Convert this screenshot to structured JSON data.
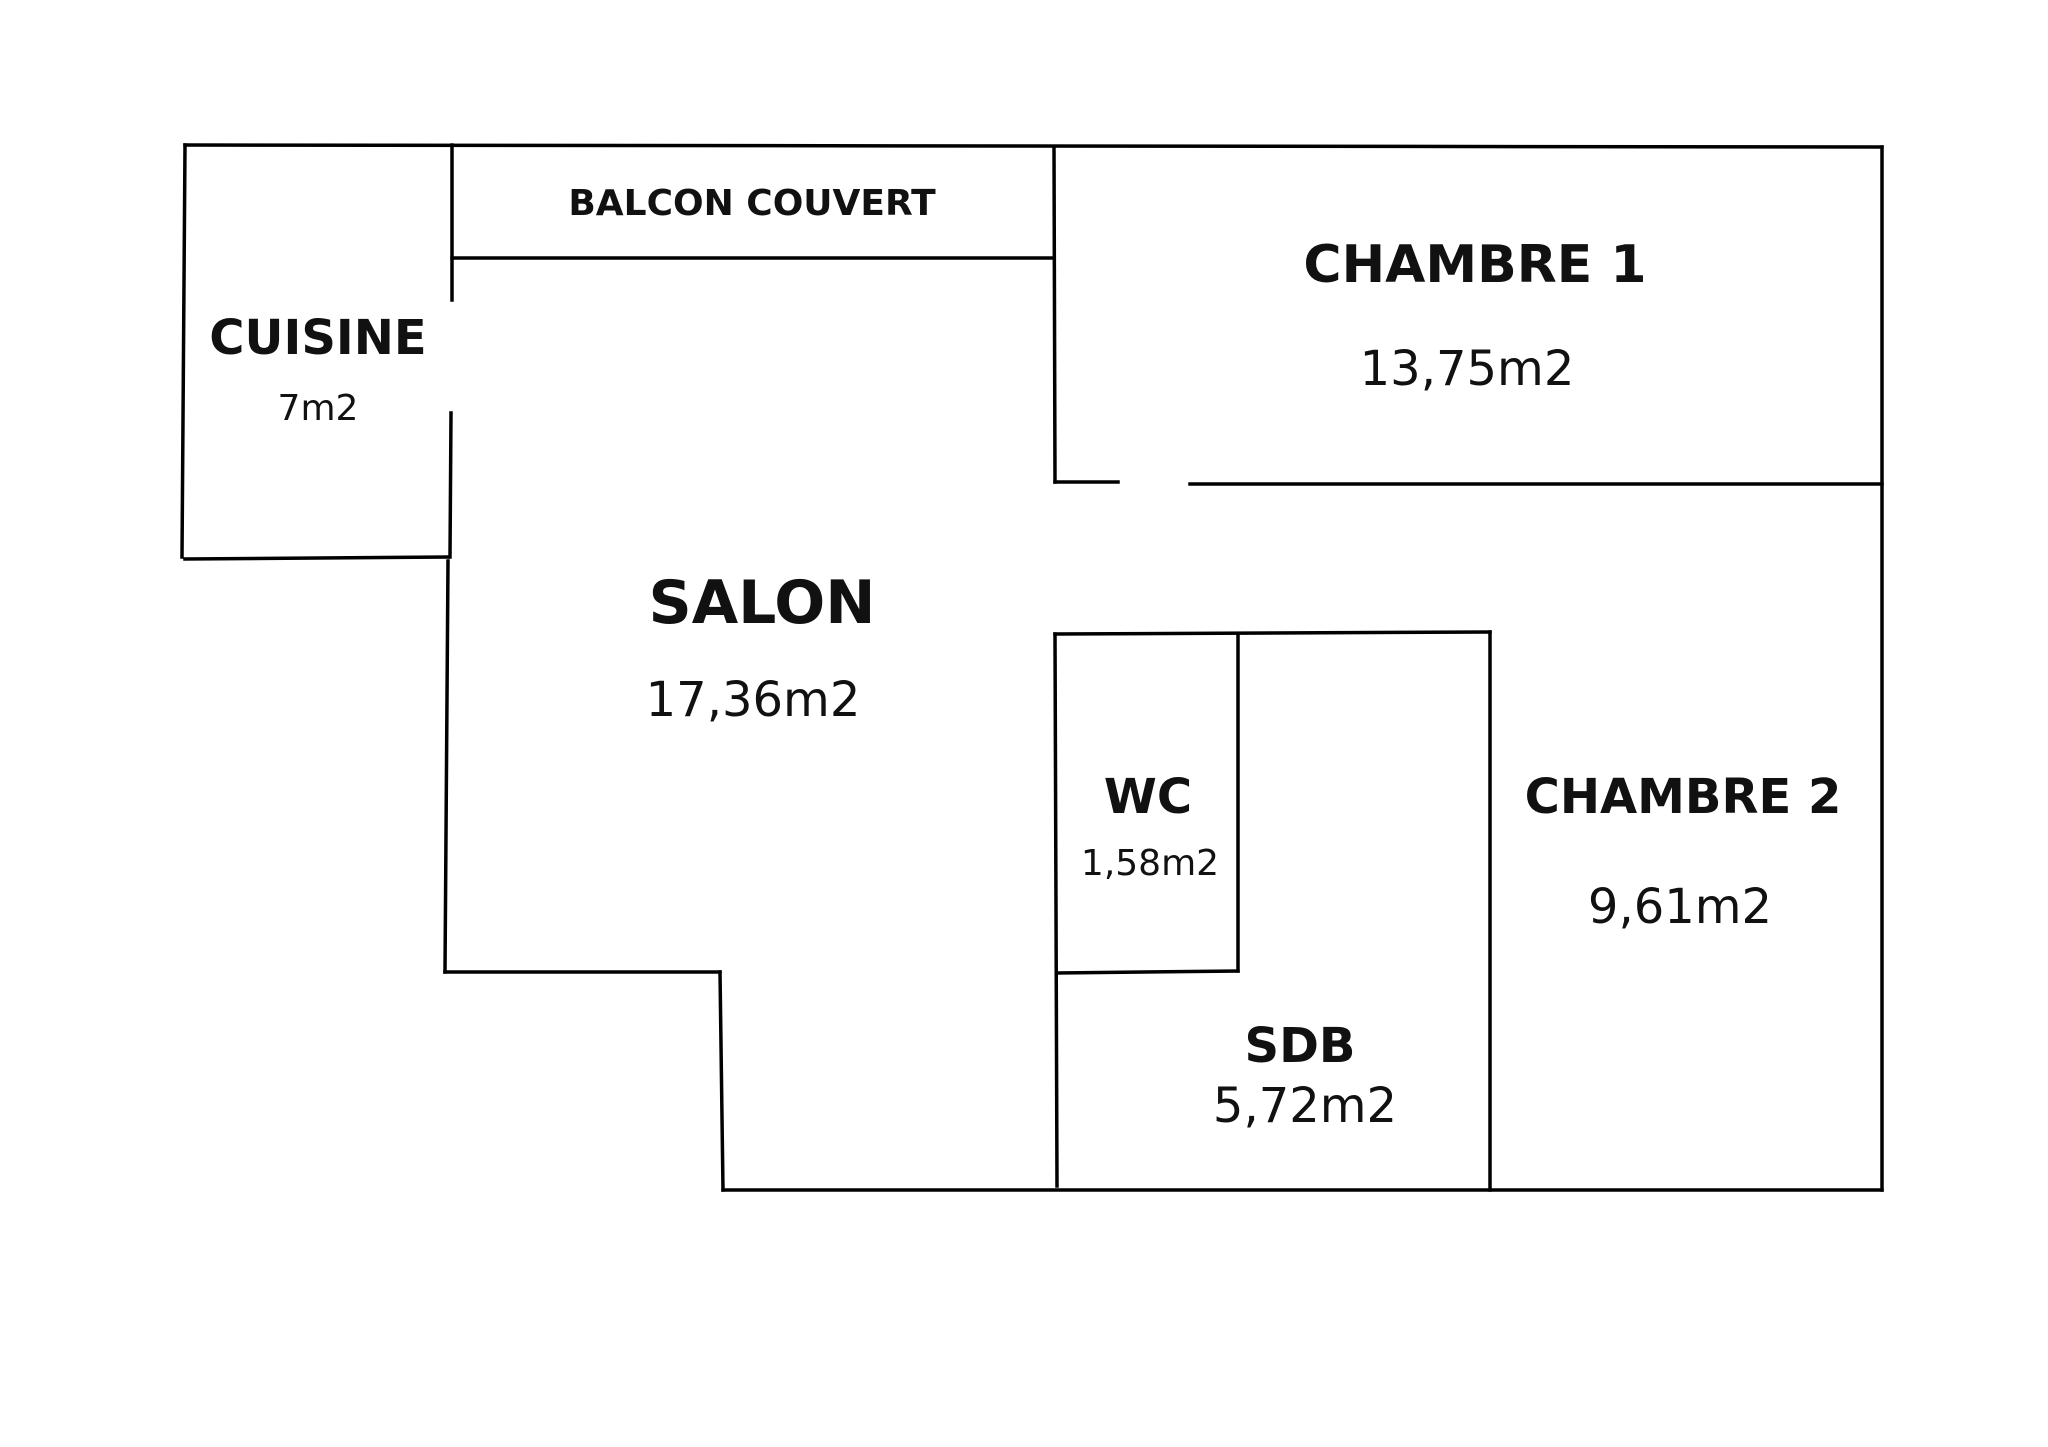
{
  "rooms": {
    "balcon": {
      "name": "BALCON COUVERT"
    },
    "cuisine": {
      "name": "CUISINE",
      "area": "7m2"
    },
    "chambre1": {
      "name": "CHAMBRE 1",
      "area": "13,75m2"
    },
    "salon": {
      "name": "SALON",
      "area": "17,36m2"
    },
    "wc": {
      "name": "WC",
      "area": "1,58m2"
    },
    "chambre2": {
      "name": "CHAMBRE 2",
      "area": "9,61m2"
    },
    "sdb": {
      "name": "SDB",
      "area": "5,72m2"
    }
  }
}
